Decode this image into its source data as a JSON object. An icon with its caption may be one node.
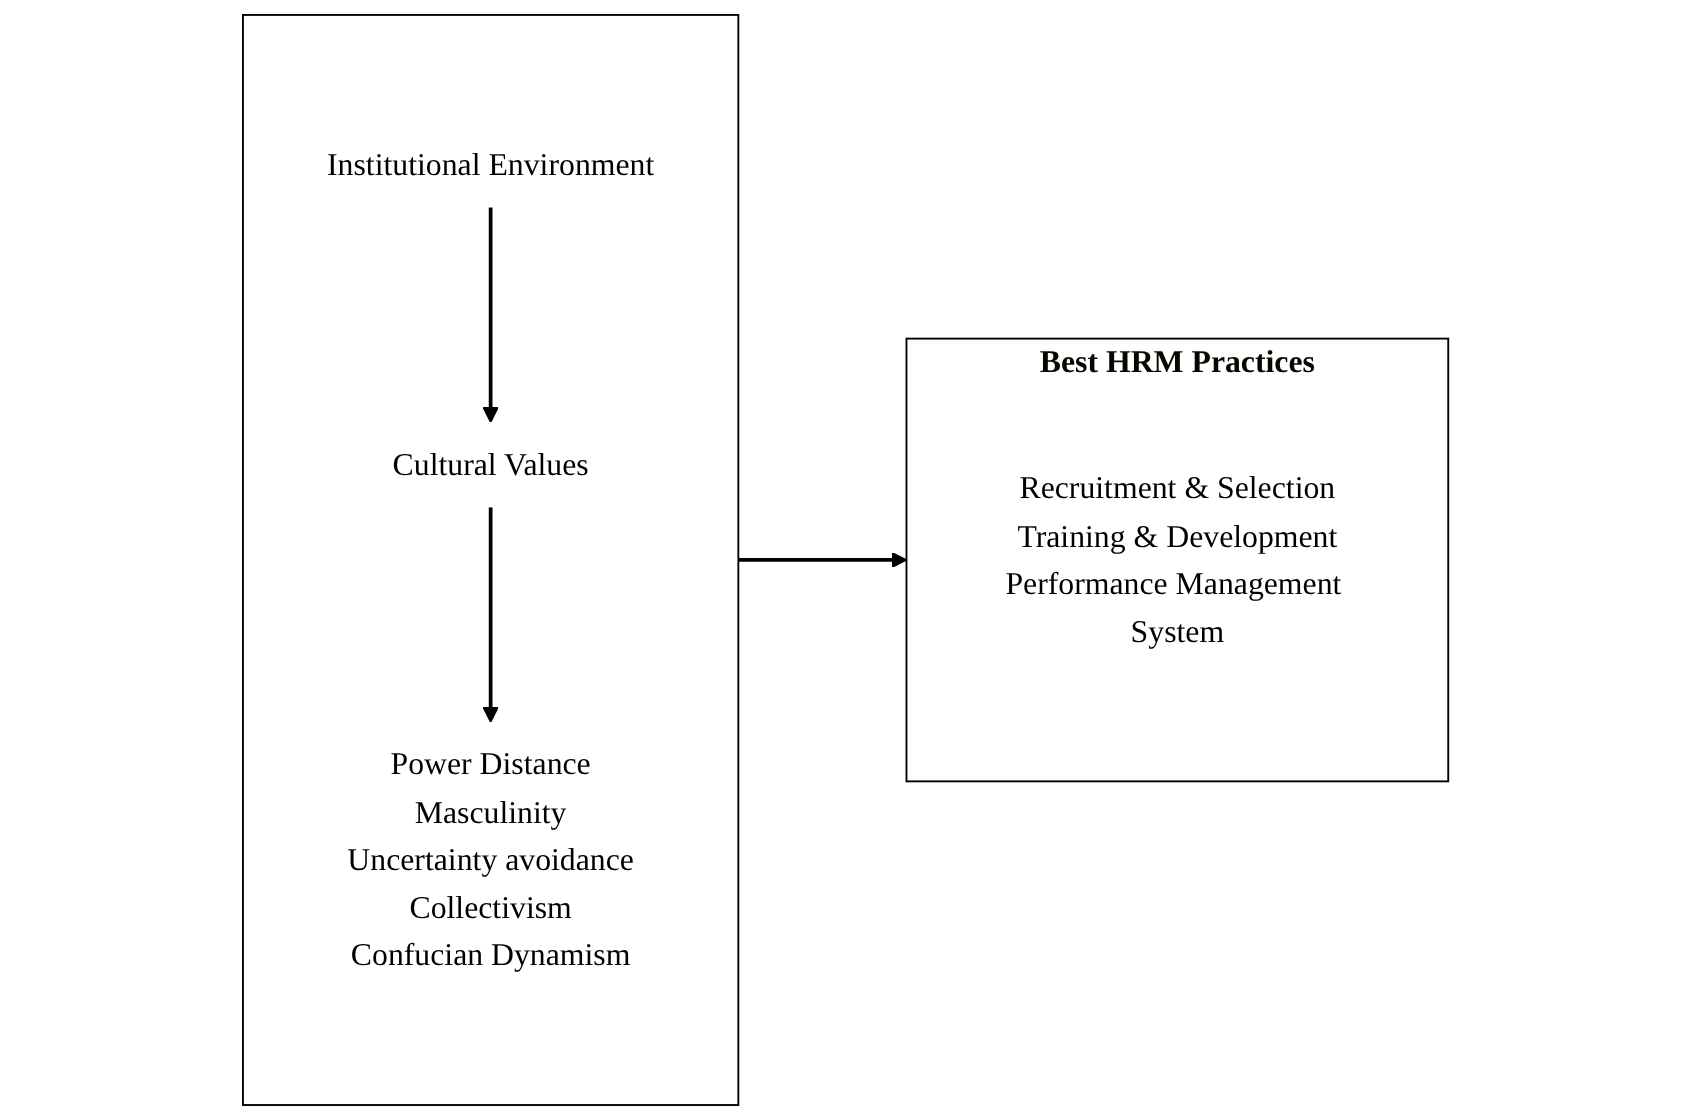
{
  "diagram": {
    "nodes": [
      {
        "text": [],
        "shape": "box"
      },
      {
        "text": [
          "Institutional Environment"
        ],
        "in": 0
      },
      {
        "text": [
          "Cultural Values"
        ],
        "in": 0
      },
      {
        "text": [
          "Power Distance",
          "Masculinity",
          "Uncertainty avoidance",
          "Collectivism",
          "Confucian Dynamism"
        ],
        "in": 0
      },
      {
        "text": [
          "Best HRM Practices"
        ]
      },
      {
        "text": [
          "Recruitment & Selection",
          "Training & Development",
          "Performance Management System"
        ],
        "in": 4
      }
    ],
    "edges": [
      {
        "from": 1,
        "to": 2,
        "arrow": "to"
      },
      {
        "from": 2,
        "to": 3,
        "arrow": "to"
      },
      {
        "from": 0,
        "to": 4,
        "arrow": "to"
      }
    ]
  }
}
